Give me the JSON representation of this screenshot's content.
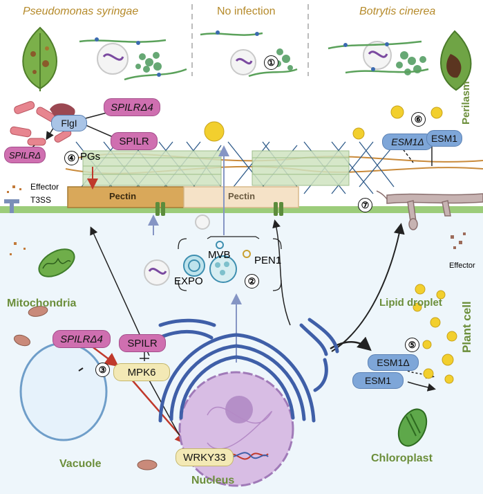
{
  "panels": {
    "left_title": "Pseudomonas syringae",
    "middle_title": "No infection",
    "right_title": "Botrytis cinerea"
  },
  "labels": {
    "perilasm": "Perilasm",
    "plant_cell": "Plant cell",
    "flgl": "FlgI",
    "spilr_d4_top": "SPILRΔ4",
    "spilr_top": "SPILR",
    "spilr_d": "SPILRΔ",
    "pgs": "PGs",
    "effector_left": "Effector",
    "t3ss": "T3SS",
    "pectin_left": "Pectin",
    "pectin_mid": "Pectin",
    "esm1d_top": "ESM1Δ",
    "esm1_top": "ESM1",
    "mvb": "MVB",
    "pen1": "PEN1",
    "expo": "EXPO",
    "effector_right": "Effector",
    "mitochondria": "Mitochondria",
    "lipid_droplet": "Lipid droplet",
    "spilr_d4_bottom": "SPILRΔ4",
    "spilr_bottom": "SPILR",
    "mpk6": "MPK6",
    "esm1d_bottom": "ESM1Δ",
    "esm1_bottom": "ESM1",
    "vacuole": "Vacuole",
    "wrky33": "WRKY33",
    "nucleus": "Nucleus",
    "chloroplast": "Chloroplast"
  },
  "steps": [
    "①",
    "②",
    "③",
    "④",
    "⑤",
    "⑥",
    "⑦"
  ],
  "colors": {
    "pink": "#cf6fb0",
    "blue": "#7ea6d8",
    "mpk6": "#f3e9b5",
    "pectin": "#d9a85a",
    "membrane": "#9ccc7a",
    "cytoplasm": "#eef6fb",
    "nucleus": "#c9a6d6",
    "er": "#3f5fa8",
    "lipid": "#f2cf2e",
    "title": "#b58a2a",
    "label_green": "#6b8e3a",
    "red_arrow": "#c0392b"
  },
  "icons": [
    "leaf-spotted-icon",
    "leaf-rotting-icon",
    "bacterium-icon",
    "vesicle-icon",
    "mitochondrion-icon",
    "chloroplast-icon",
    "lipid-droplet-icon",
    "fungal-hypha-icon",
    "dna-icon"
  ]
}
